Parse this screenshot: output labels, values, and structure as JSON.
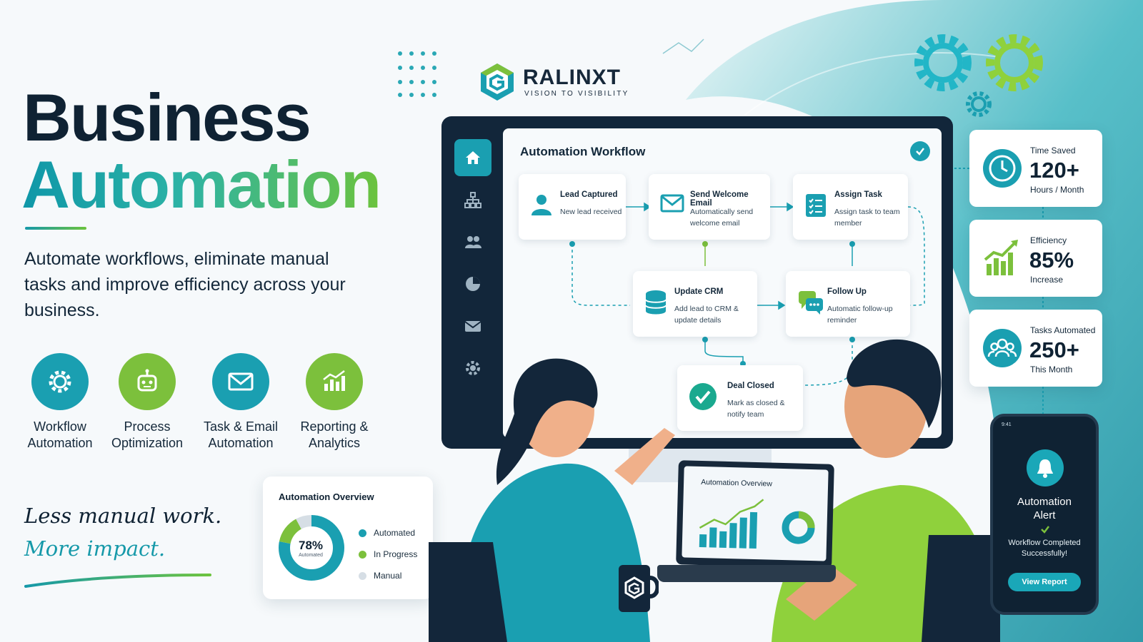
{
  "hero": {
    "title_line1": "Business",
    "title_line2": "Automation",
    "description": "Automate workflows, eliminate manual tasks and improve efficiency across your business."
  },
  "features": [
    {
      "label": "Workflow\nAutomation",
      "icon": "gear-icon",
      "color": "#1a9fb1"
    },
    {
      "label": "Process\nOptimization",
      "icon": "robot-icon",
      "color": "#7cc03c"
    },
    {
      "label": "Task & Email\nAutomation",
      "icon": "envelope-icon",
      "color": "#1a9fb1"
    },
    {
      "label": "Reporting &\nAnalytics",
      "icon": "bar-chart-icon",
      "color": "#7cc03c"
    }
  ],
  "tagline": {
    "line1": "Less manual work.",
    "line2": "More impact."
  },
  "overview_card": {
    "title": "Automation Overview",
    "percent_text": "78%",
    "percent_label": "Automated",
    "legend": [
      {
        "label": "Automated",
        "color": "#1a9fb1",
        "share": 78
      },
      {
        "label": "In Progress",
        "color": "#7cc03c",
        "share": 14
      },
      {
        "label": "Manual",
        "color": "#d6dee5",
        "share": 8
      }
    ]
  },
  "brand": {
    "name": "RALINXT",
    "slogan": "VISION TO VISIBILITY",
    "logo_icon": "g-hexagon-logo"
  },
  "monitor": {
    "sidebar": [
      {
        "icon": "home-icon",
        "active": true
      },
      {
        "icon": "org-chart-icon",
        "active": false
      },
      {
        "icon": "users-icon",
        "active": false
      },
      {
        "icon": "pie-chart-icon",
        "active": false
      },
      {
        "icon": "mail-icon",
        "active": false
      },
      {
        "icon": "settings-icon",
        "active": false
      }
    ],
    "title": "Automation Workflow",
    "nodes": [
      {
        "id": "lead",
        "title": "Lead Captured",
        "desc": "New lead received",
        "icon": "person-icon"
      },
      {
        "id": "email",
        "title": "Send Welcome Email",
        "desc": "Automatically send welcome email",
        "icon": "envelope-icon"
      },
      {
        "id": "assign",
        "title": "Assign Task",
        "desc": "Assign task to team member",
        "icon": "checklist-icon"
      },
      {
        "id": "crm",
        "title": "Update CRM",
        "desc": "Add lead to CRM & update details",
        "icon": "database-icon"
      },
      {
        "id": "follow",
        "title": "Follow Up",
        "desc": "Automatic follow-up reminder",
        "icon": "chat-icon"
      },
      {
        "id": "deal",
        "title": "Deal Closed",
        "desc": "Mark as closed & notify team",
        "icon": "check-circle-icon"
      }
    ]
  },
  "stats": [
    {
      "title": "Time Saved",
      "value": "120+",
      "sub": "Hours / Month",
      "icon": "clock-icon"
    },
    {
      "title": "Efficiency",
      "value": "85%",
      "sub": "Increase",
      "icon": "growth-chart-icon"
    },
    {
      "title": "Tasks Automated",
      "value": "250+",
      "sub": "This Month",
      "icon": "team-icon"
    }
  ],
  "phone": {
    "status": "9:41",
    "title": "Automation\nAlert",
    "message": "Workflow Completed\nSuccessfully!",
    "button": "View Report"
  },
  "laptop": {
    "title": "Automation Overview"
  },
  "colors": {
    "teal": "#1a9fb1",
    "green": "#7cc03c",
    "navy": "#0f2233"
  }
}
